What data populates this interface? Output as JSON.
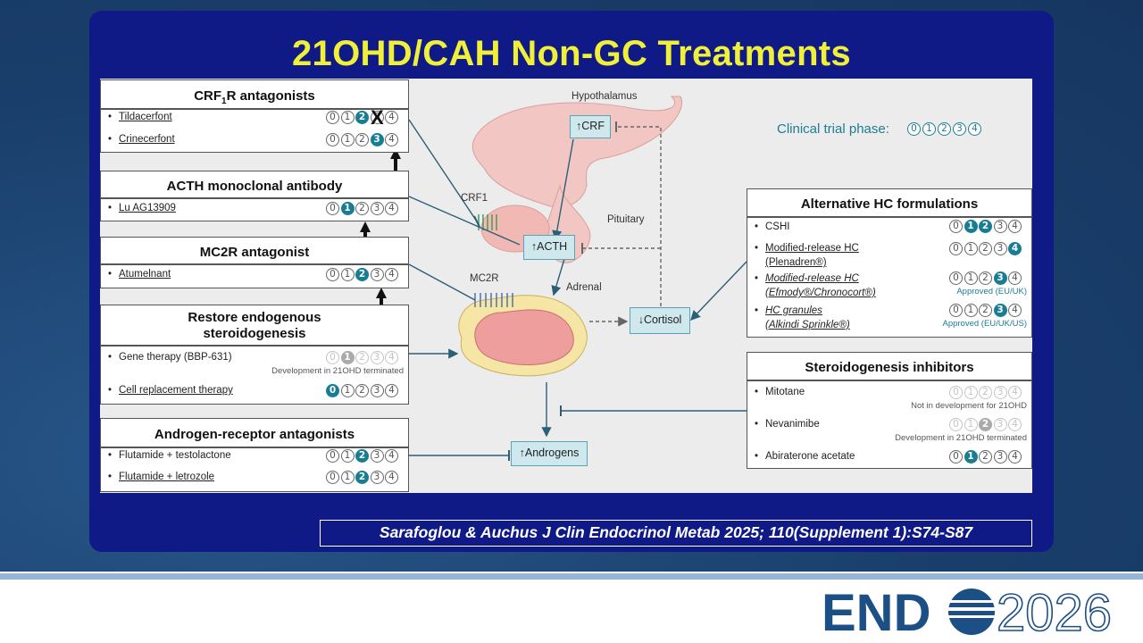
{
  "title": "21OHD/CAH Non-GC Treatments",
  "citation": "Sarafoglou & Auchus J Clin Endocrinol Metab 2025; 110(Supplement 1):S74-S87",
  "logo": {
    "text_left": "END",
    "text_right": "2026",
    "color": "#1b4f86"
  },
  "legend": {
    "label": "Clinical trial phase:",
    "phases": [
      "0",
      "1",
      "2",
      "3",
      "4"
    ]
  },
  "diagram": {
    "hypothalamus": "Hypothalamus",
    "pituitary": "Pituitary",
    "adrenal": "Adrenal",
    "crf1": "CRF1",
    "mc2r": "MC2R",
    "crf_node": "↑CRF",
    "acth_node": "↑ACTH",
    "cortisol_node": "↓Cortisol",
    "androgens_node": "↑Androgens"
  },
  "boxes": {
    "crf1r": {
      "title_main": "CRF",
      "title_sub": "1",
      "title_rest": "R antagonists",
      "drugs": [
        {
          "name": "Tildacerfont",
          "phase_on": [
            2
          ],
          "x_mark": "X"
        },
        {
          "name": "Crinecerfont",
          "phase_on": [
            3
          ]
        }
      ]
    },
    "acth_mab": {
      "title": "ACTH monoclonal  antibody",
      "drugs": [
        {
          "name": "Lu AG13909",
          "phase_on": [
            1
          ]
        }
      ]
    },
    "mc2r": {
      "title": "MC2R antagonist",
      "drugs": [
        {
          "name": "Atumelnant",
          "phase_on": [
            2
          ]
        }
      ]
    },
    "restore": {
      "title_l1": "Restore endogenous",
      "title_l2": "steroidogenesis",
      "drugs": [
        {
          "name": "Gene therapy (BBP-631)",
          "phase_on": [
            1
          ],
          "note": "Development  in 21OHD terminated"
        },
        {
          "name": "Cell replacement therapy",
          "phase_on": [
            0
          ]
        }
      ]
    },
    "ar": {
      "title": "Androgen-receptor  antagonists",
      "drugs": [
        {
          "name": "Flutamide + testolactone",
          "phase_on": [
            2
          ]
        },
        {
          "name": "Flutamide + letrozole",
          "phase_on": [
            2
          ]
        }
      ]
    },
    "alt_hc": {
      "title": "Alternative HC formulations",
      "drugs": [
        {
          "name": "CSHI",
          "phase_on": [
            1,
            2
          ]
        },
        {
          "name_l1": "Modified-release HC",
          "name_l2": "(Plenadren®)",
          "phase_on": [
            4
          ]
        },
        {
          "name_l1": "Modified-release HC",
          "name_l2": "(Efmody®/Chronocort®)",
          "phase_on": [
            3
          ],
          "note": "Approved (EU/UK)"
        },
        {
          "name_l1": "HC granules",
          "name_l2": "(Alkindi Sprinkle®)",
          "phase_on": [
            3
          ],
          "note": "Approved (EU/UK/US)"
        }
      ]
    },
    "steroid_inh": {
      "title": "Steroidogenesis  inhibitors",
      "drugs": [
        {
          "name": "Mitotane",
          "phase_on": [],
          "note": "Not in development for 21OHD"
        },
        {
          "name": "Nevanimibe",
          "phase_on": [
            2
          ],
          "note": "Development in 21OHD terminated"
        },
        {
          "name": "Abiraterone acetate",
          "phase_on": [
            1
          ]
        }
      ]
    }
  },
  "colors": {
    "accent": "#187d93",
    "title": "#f0f039",
    "slide_bg": "#101a86"
  }
}
